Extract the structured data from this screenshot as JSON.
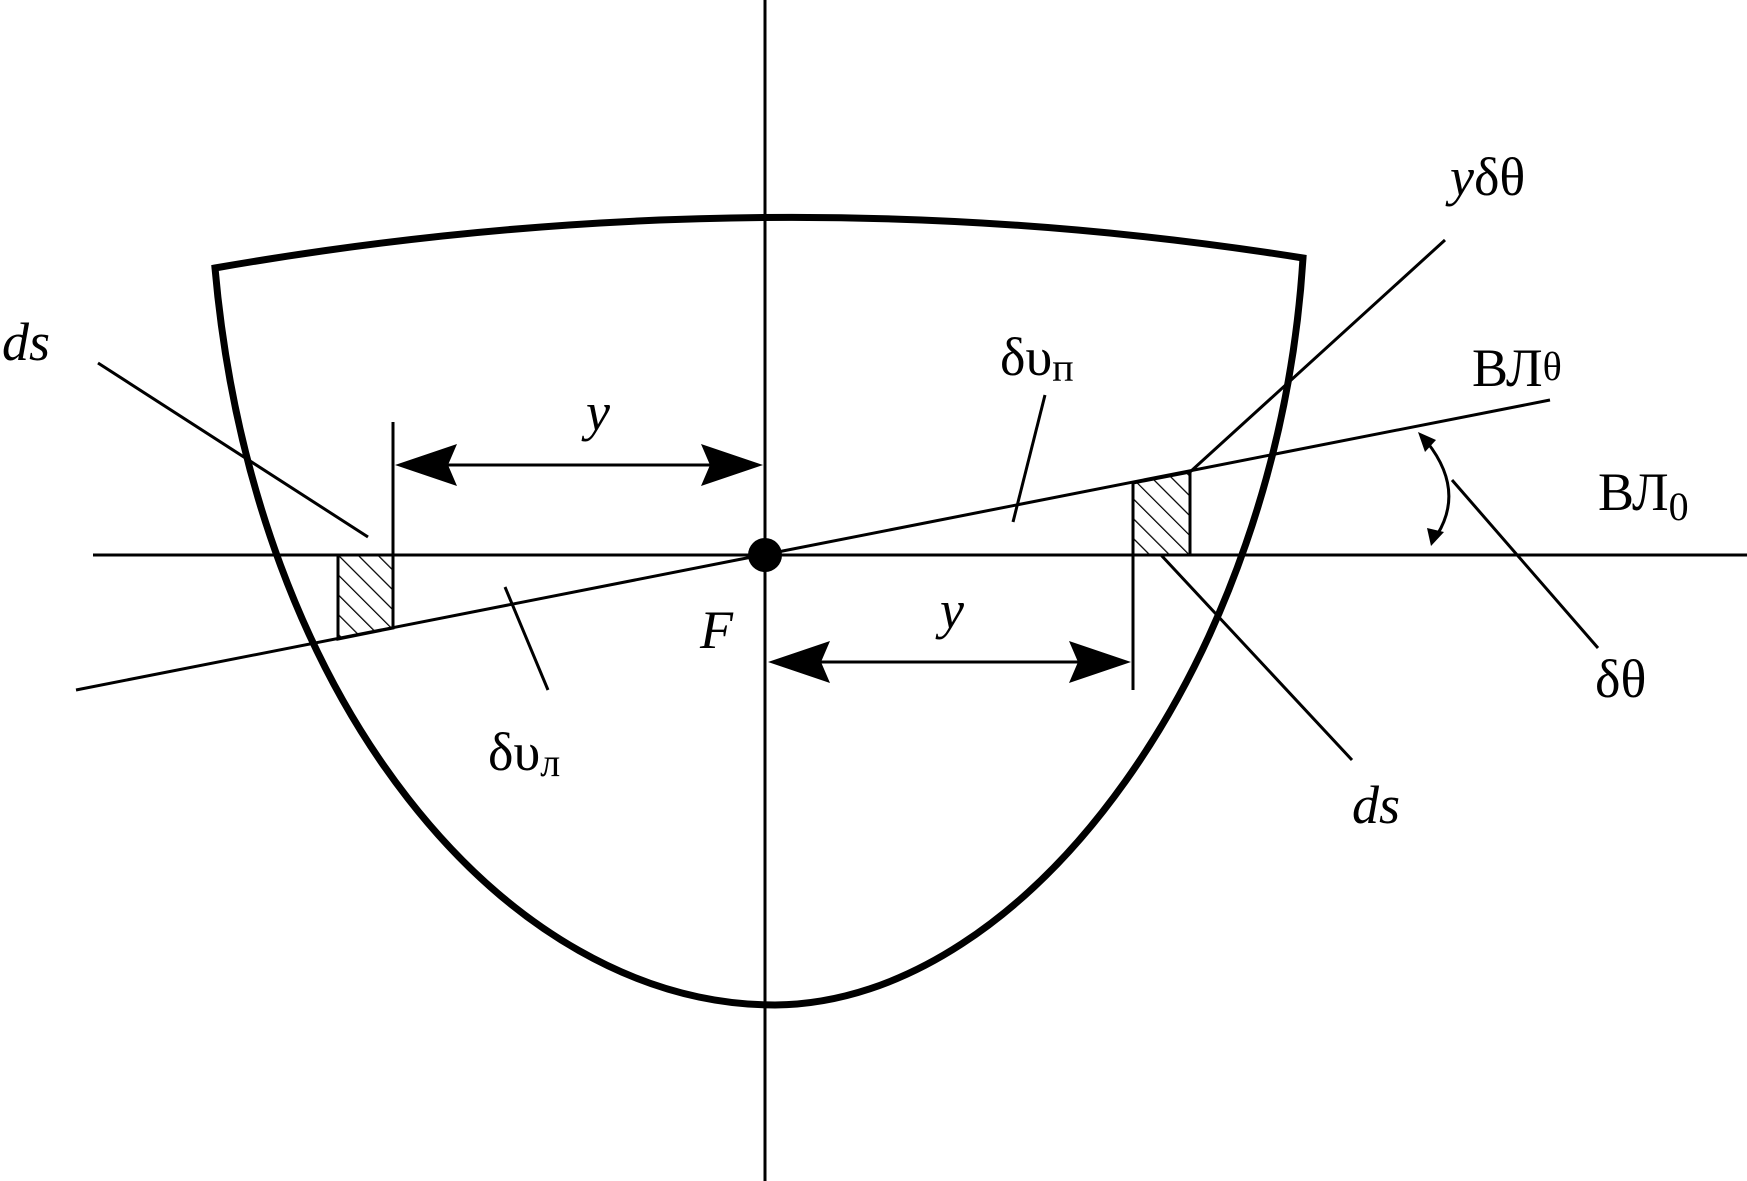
{
  "labels": {
    "ds_left": "ds",
    "ds_right": "ds",
    "y_top": "y",
    "y_bottom": "y",
    "ydtheta": "yδθ",
    "dv_right": "δυ",
    "dv_right_sub": "п",
    "dv_left": "δυ",
    "dv_left_sub": "л",
    "vl_theta": "ВЛ",
    "vl_theta_sub": "θ",
    "vl_zero": "ВЛ",
    "vl_zero_sub": "0",
    "dtheta": "δθ",
    "focus": "F"
  },
  "colors": {
    "ink": "#000000",
    "background": "#ffffff"
  }
}
